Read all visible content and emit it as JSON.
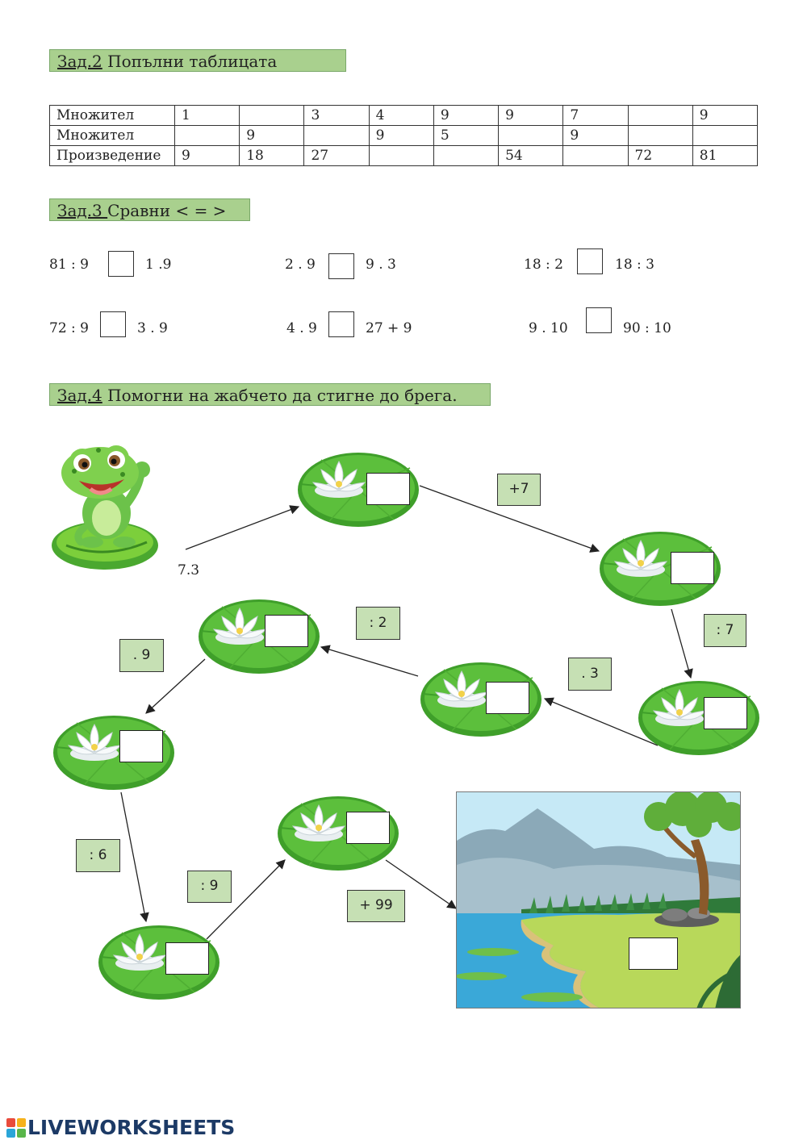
{
  "task2": {
    "label_num": "Зад.2",
    "label_text": " Попълни таблицата",
    "table": [
      [
        "Множител",
        "1",
        "",
        "3",
        "4",
        "9",
        "9",
        "7",
        "",
        "9"
      ],
      [
        "Множител",
        "",
        "9",
        "",
        "9",
        "5",
        "",
        "9",
        "",
        ""
      ],
      [
        "Произведение",
        "9",
        "18",
        "27",
        "",
        "",
        "54",
        "",
        "72",
        "81"
      ]
    ]
  },
  "task3": {
    "label_num": "Зад.3 ",
    "label_text": " Сравни < = >",
    "row1": [
      {
        "left": "81 : 9",
        "right": "1 .9"
      },
      {
        "left": "2 . 9",
        "right": "9 . 3"
      },
      {
        "left": "18 : 2",
        "right": "18 : 3"
      }
    ],
    "row2": [
      {
        "left": "72 : 9",
        "right": "3 . 9"
      },
      {
        "left": "4 . 9",
        "right": "27 + 9"
      },
      {
        "left": "9 . 10",
        "right": "90 : 10"
      }
    ]
  },
  "task4": {
    "label_num": "Зад.4",
    "label_text": " Помогни на жабчето да стигне до брега.",
    "start_label": "7.3",
    "operations": [
      "+7",
      ": 7",
      ". 3",
      ": 2",
      ". 9",
      ": 6",
      ": 9",
      "+ 99"
    ]
  },
  "footer": {
    "brand": "LIVEWORKSHEETS"
  },
  "colors": {
    "header_green": "#a9d08e",
    "op_green": "#c6e0b4",
    "pad_green": "#3f9f2a",
    "brand_blue": "#1c3a66"
  }
}
